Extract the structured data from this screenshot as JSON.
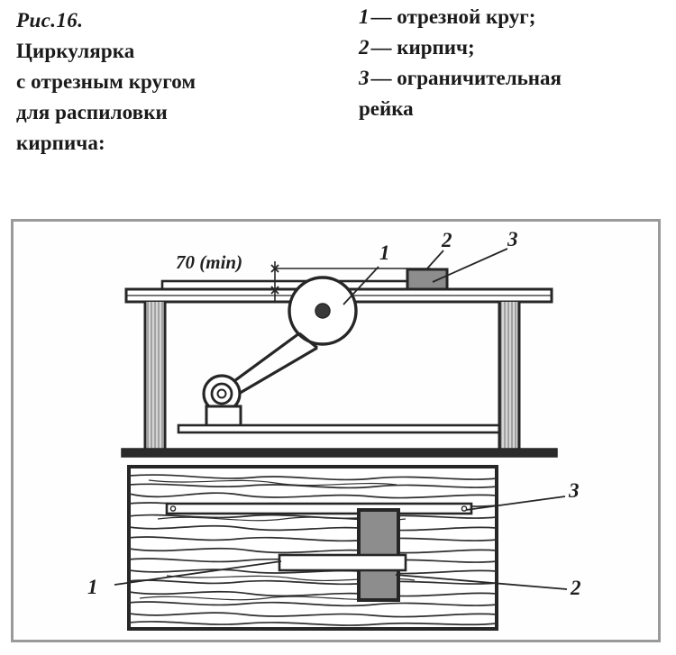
{
  "caption": {
    "left_lines": [
      "Рис.16.",
      "Циркулярка",
      "с отрезным кругом",
      "для распиловки",
      "кирпича:"
    ],
    "legend": [
      {
        "num": "1",
        "dash": "—",
        "text": "отрезной круг;"
      },
      {
        "num": "2",
        "dash": "—",
        "text": "кирпич;"
      },
      {
        "num": "3",
        "dash": "—",
        "text": "ограничительная"
      }
    ],
    "legend_continuation": "рейка"
  },
  "figure": {
    "dimension_label": "70 (min)",
    "callouts_side_view": [
      {
        "id": "callout-1-blade",
        "label": "1"
      },
      {
        "id": "callout-2-brick",
        "label": "2"
      },
      {
        "id": "callout-3-rail",
        "label": "3"
      }
    ],
    "callouts_plan_view": [
      {
        "id": "callout-3-rail-plan",
        "label": "3"
      },
      {
        "id": "callout-2-brick-plan",
        "label": "2"
      },
      {
        "id": "callout-1-slot-plan",
        "label": "1"
      }
    ],
    "colors": {
      "ink": "#262626",
      "brick_fill": "#8d8d8d",
      "frame_border": "#9a9a9a",
      "paper": "#ffffff",
      "hatch": "#4a4a4a"
    },
    "parts": {
      "blade_name": "cut-off wheel",
      "brick_name": "brick",
      "rail_name": "limiting rail",
      "motor_name": "motor pulley",
      "table_name": "table top",
      "leg_name": "table leg",
      "shelf_name": "lower shelf"
    }
  }
}
